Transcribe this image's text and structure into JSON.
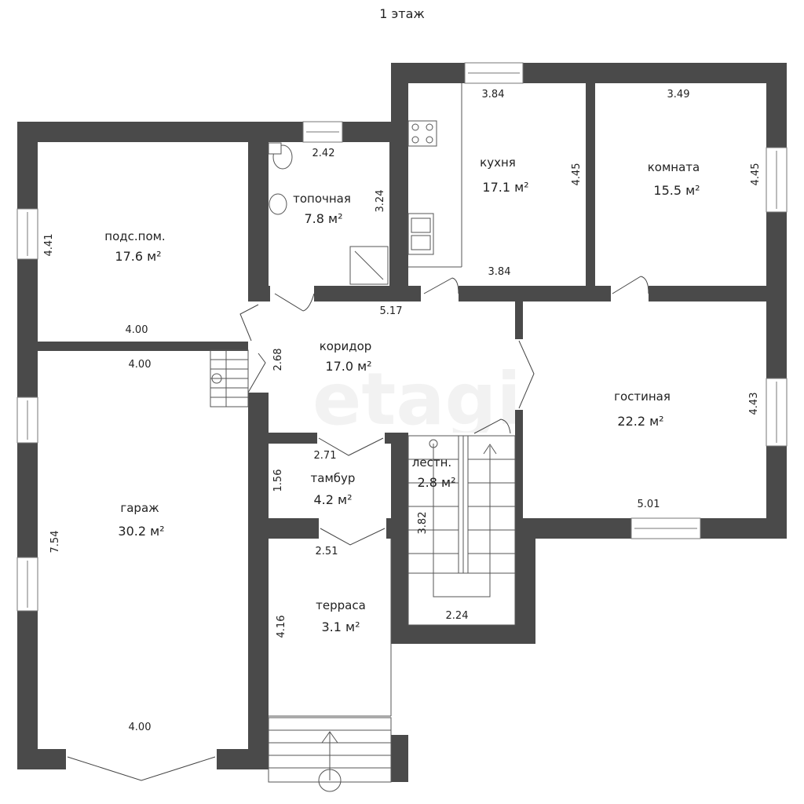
{
  "floor_title": "1 этаж",
  "watermark": "etagi",
  "rooms": {
    "podsobnoe": {
      "name": "подс.пом.",
      "area": "17.6 м²"
    },
    "topochnaya": {
      "name": "топочная",
      "area": "7.8 м²"
    },
    "kuhnya": {
      "name": "кухня",
      "area": "17.1 м²"
    },
    "komnata": {
      "name": "комната",
      "area": "15.5 м²"
    },
    "koridor": {
      "name": "коридор",
      "area": "17.0 м²"
    },
    "gostinaya": {
      "name": "гостиная",
      "area": "22.2 м²"
    },
    "garazh": {
      "name": "гараж",
      "area": "30.2 м²"
    },
    "tambur": {
      "name": "тамбур",
      "area": "4.2 м²"
    },
    "lestnica": {
      "name": "лестн.",
      "area": "2.8 м²"
    },
    "terrasa": {
      "name": "терраса",
      "area": "3.1 м²"
    }
  },
  "dimensions": {
    "podsobnoe_left": "4.41",
    "podsobnoe_bottom": "4.00",
    "garazh_top": "4.00",
    "garazh_left": "7.54",
    "garazh_bottom": "4.00",
    "topochnaya_top": "2.42",
    "topochnaya_right": "3.24",
    "kuhnya_top": "3.84",
    "kuhnya_bottom": "3.84",
    "kuhnya_right": "4.45",
    "komnata_top": "3.49",
    "komnata_right": "4.45",
    "koridor_top": "5.17",
    "koridor_left": "2.68",
    "tambur_top": "2.71",
    "tambur_left": "1.56",
    "tambur_bottom": "2.51",
    "lestnica_height": "3.82",
    "lestnica_bottom": "2.24",
    "gostinaya_right": "4.43",
    "gostinaya_bottom": "5.01",
    "terrasa_left": "4.16"
  }
}
